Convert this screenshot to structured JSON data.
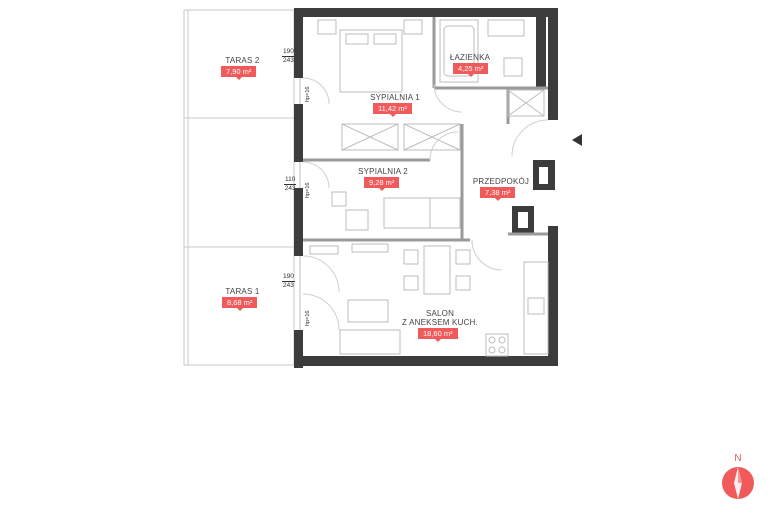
{
  "rooms": [
    {
      "id": "taras-2",
      "name": "TARAS 2",
      "area": "7,90 m²"
    },
    {
      "id": "lazienka",
      "name": "ŁAZIENKA",
      "area": "4,25 m²"
    },
    {
      "id": "sypialnia-1",
      "name": "SYPIALNIA 1",
      "area": "11,42 m²"
    },
    {
      "id": "sypialnia-2",
      "name": "SYPIALNIA 2",
      "area": "9,28 m²"
    },
    {
      "id": "przedpokoj",
      "name": "PRZEDPOKÓJ",
      "area": "7,38 m²"
    },
    {
      "id": "taras-1",
      "name": "TARAS 1",
      "area": "8,68 m²"
    },
    {
      "id": "salon",
      "name_line1": "SALON",
      "name_line2": "Z ANEKSEM KUCH.",
      "area": "18,60 m²"
    }
  ],
  "windows": [
    {
      "width": "190",
      "height": "243",
      "sill": "hp=16"
    },
    {
      "width": "110",
      "height": "243",
      "sill": "hp=16"
    },
    {
      "width": "190",
      "height": "243",
      "sill": "hp=16"
    }
  ],
  "compass": {
    "letter": "N"
  },
  "colors": {
    "wall": "#3c3c3c",
    "badge": "#f05a5a",
    "compass": "#f05a5a",
    "line": "#bdbdbd"
  }
}
